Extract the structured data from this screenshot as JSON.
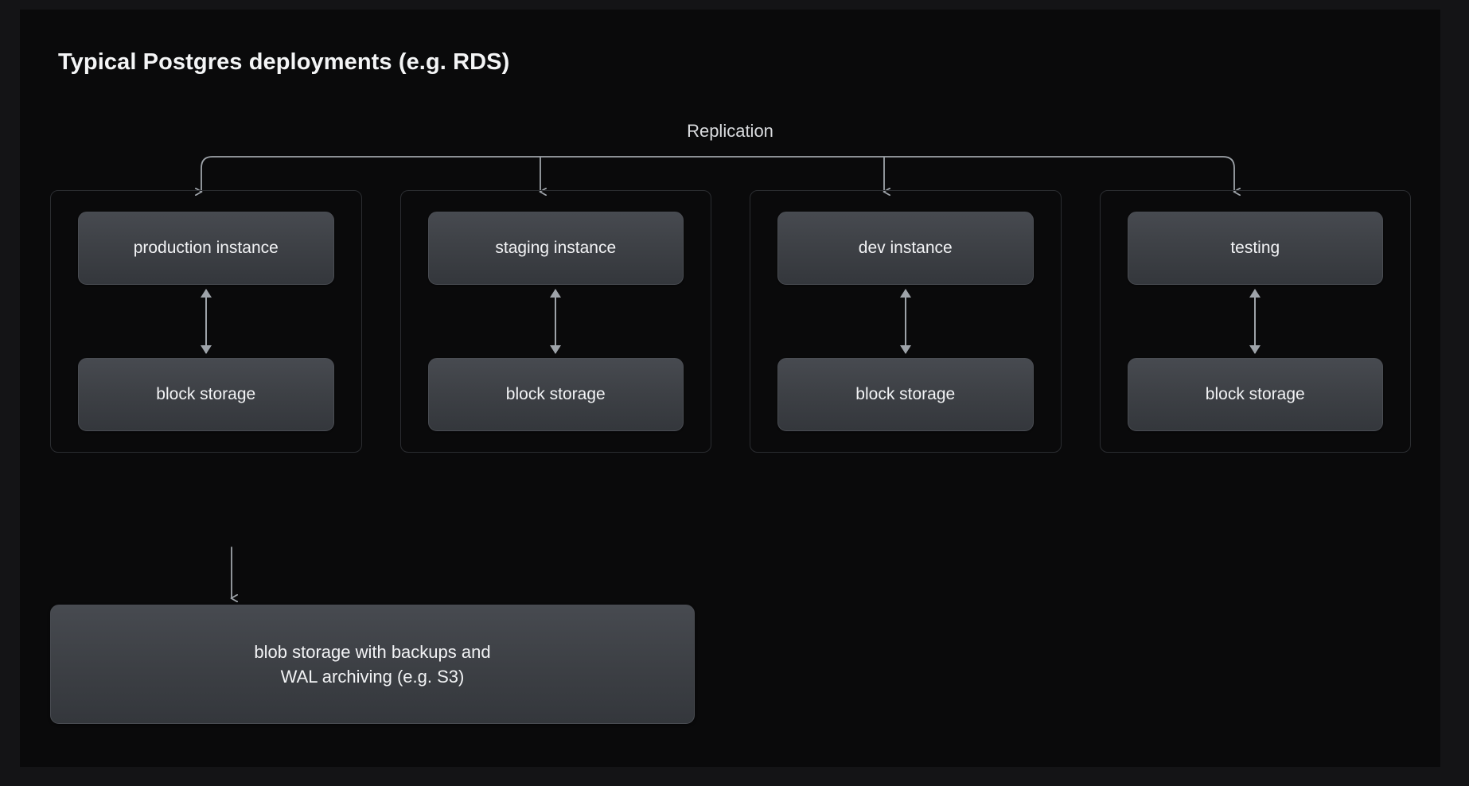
{
  "diagram": {
    "title": "Typical Postgres deployments (e.g. RDS)",
    "replication_label": "Replication",
    "columns": [
      {
        "instance_label": "production instance",
        "storage_label": "block storage"
      },
      {
        "instance_label": "staging instance",
        "storage_label": "block storage"
      },
      {
        "instance_label": "dev instance",
        "storage_label": "block storage"
      },
      {
        "instance_label": "testing",
        "storage_label": "block storage"
      }
    ],
    "blob_storage": {
      "line1": "blob storage with backups and",
      "line2": "WAL archiving (e.g. S3)"
    },
    "colors": {
      "page_background": "#141416",
      "panel_background": "#0a0a0b",
      "group_border": "#2b2d31",
      "node_fill_top": "#474a50",
      "node_fill_bottom": "#34373c",
      "node_border": "#4a4d53",
      "connector": "#9ea3a9",
      "title_text": "#f4f5f6",
      "body_text": "#f2f3f5"
    }
  }
}
